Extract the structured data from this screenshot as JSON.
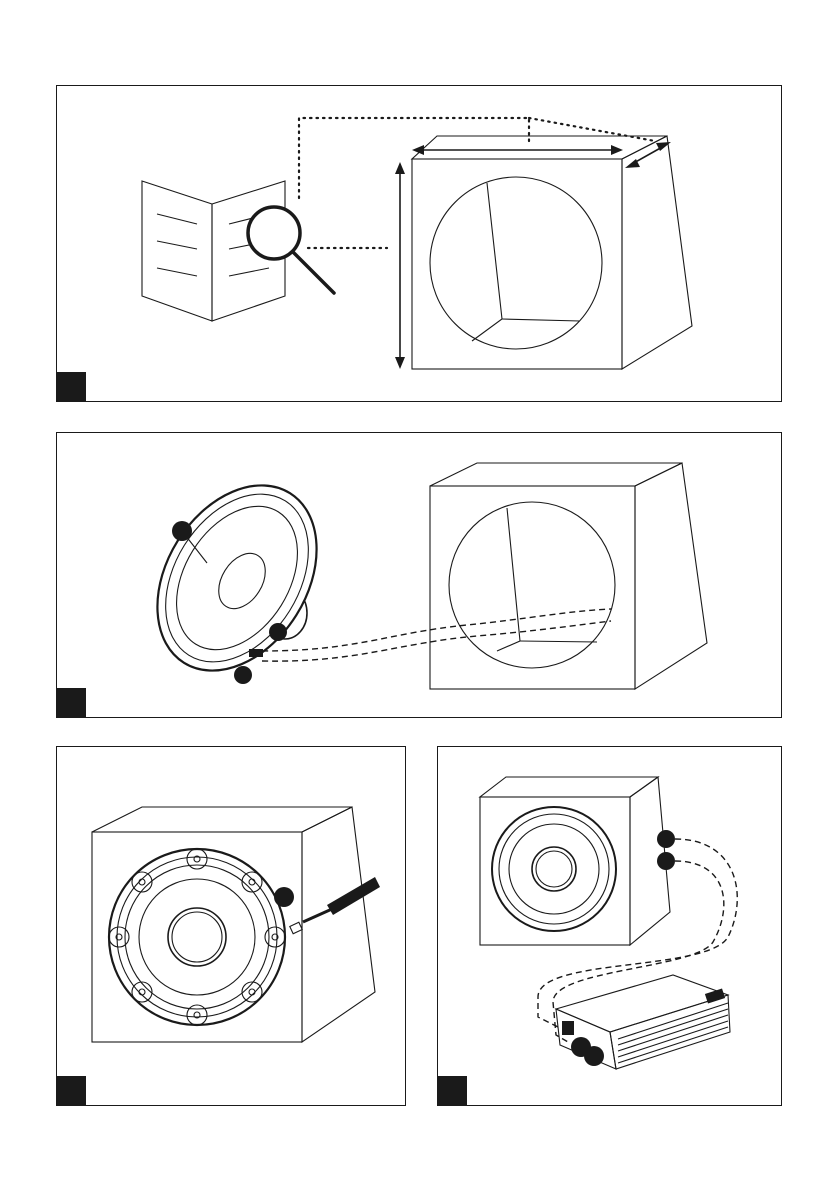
{
  "document": {
    "panels": [
      {
        "id": "step-1",
        "description_icons": [
          "manual-icon",
          "magnifier-icon",
          "dimension-arrow-icon"
        ]
      },
      {
        "id": "step-2",
        "description_icons": [
          "speaker-icon",
          "terminal-icon",
          "cable-icon"
        ]
      },
      {
        "id": "step-3",
        "description_icons": [
          "screwdriver-icon",
          "screw-icon"
        ]
      },
      {
        "id": "step-4",
        "description_icons": [
          "subwoofer-box-icon",
          "amplifier-icon",
          "cable-icon"
        ]
      }
    ],
    "colors": {
      "ink": "#1a1a1a",
      "paper": "#ffffff"
    }
  }
}
